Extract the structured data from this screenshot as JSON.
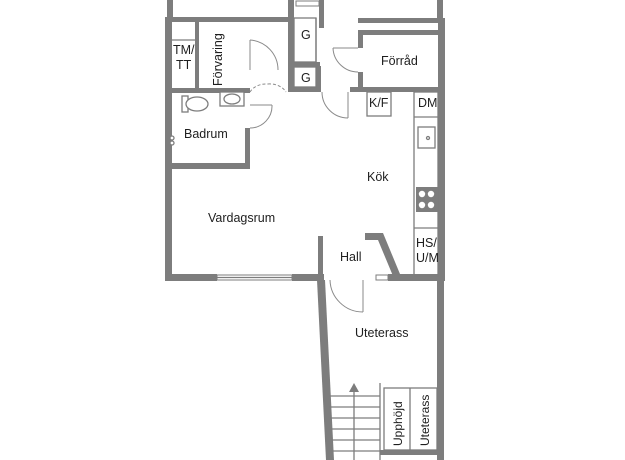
{
  "rooms": {
    "tm_tt_line1": "TM/",
    "tm_tt_line2": "TT",
    "forvaring": "Förvaring",
    "g_upper": "G",
    "g_lower": "G",
    "forrad": "Förråd",
    "kf": "K/F",
    "dm": "DM",
    "badrum": "Badrum",
    "kok": "Kök",
    "vardagsrum": "Vardagsrum",
    "hall": "Hall",
    "hs_um_line1": "HS/",
    "hs_um_line2": "U/M",
    "uteterass": "Uteterass",
    "upphojd": "Upphöjd",
    "uteterass_vertical": "Uteterass"
  },
  "colors": {
    "wall": "#7d7d7d",
    "text": "#1e1e1e",
    "background": "#ffffff"
  }
}
